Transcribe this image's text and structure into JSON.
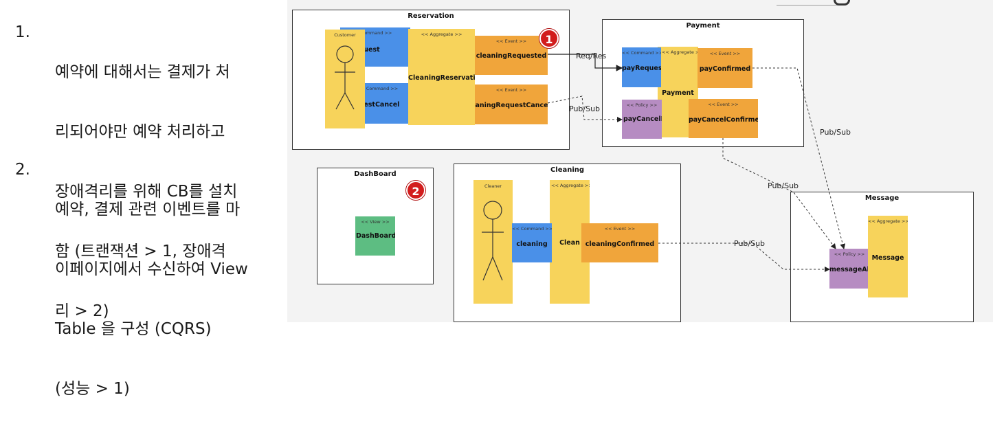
{
  "notes": [
    {
      "num": "1.",
      "lines": [
        "예약에 대해서는 결제가 처",
        "리되어야만 예약 처리하고",
        "장애격리를 위해 CB를 설치",
        "함 (트랜잭션 > 1, 장애격",
        "리 > 2)"
      ]
    },
    {
      "num": "2.",
      "lines": [
        "예약, 결제 관련 이벤트를 마",
        "이페이지에서 수신하여 View",
        "Table 을 구성 (CQRS)",
        "(성능 > 1)"
      ]
    }
  ],
  "contexts": {
    "reservation": "Reservation",
    "payment": "Payment",
    "dashboard": "DashBoard",
    "cleaning": "Cleaning",
    "message": "Message"
  },
  "stickies": {
    "customer": {
      "type": "Customer"
    },
    "request": {
      "type": "<< Command >>",
      "name": "request"
    },
    "questCancel": {
      "type": "Command >>",
      "name": "uestCancel"
    },
    "cleaningReservation": {
      "type": "<< Aggregate >>",
      "name": "CleaningReservation"
    },
    "cleaningRequested": {
      "type": "<< Event >>",
      "name": "cleaningRequested"
    },
    "cleaningRequestCanceled": {
      "type": "<< Event >>",
      "name": "eaningRequestCanceled"
    },
    "payRequest": {
      "type": "<< Command >>",
      "name": "payRequest"
    },
    "paymentAgg": {
      "type": "<< Aggregate >>",
      "name": "Payment"
    },
    "payConfirmed": {
      "type": "<< Event >>",
      "name": "payConfirmed"
    },
    "payCancelRequest": {
      "type": "<< Policy >>",
      "name": "payCancelRequest"
    },
    "payCancelConfirmed": {
      "type": "<< Event >>",
      "name": "payCancelConfirmed"
    },
    "dashBoardView": {
      "type": "<< View >>",
      "name": "DashBoardView"
    },
    "cleaner": {
      "type": "Cleaner"
    },
    "cleaning": {
      "type": "<< Command >>",
      "name": "cleaning"
    },
    "clean": {
      "type": "<< Aggregate >>",
      "name": "Clean"
    },
    "cleaningConfirmed": {
      "type": "<< Event >>",
      "name": "cleaningConfirmed"
    },
    "messageAlert": {
      "type": "<< Policy >>",
      "name": "messageAlert"
    },
    "messageAgg": {
      "type": "<< Aggregate >>",
      "name": "Message"
    }
  },
  "connection_labels": {
    "req_res": "Req/Res",
    "pub_sub_1": "Pub/Sub",
    "pub_sub_2": "Pub/Sub",
    "pub_sub_3": "Pub/Sub",
    "pub_sub_4": "Pub/Sub"
  },
  "badges": {
    "one": "1",
    "two": "2"
  },
  "colors": {
    "command": "#4a90e8",
    "aggregate": "#f7d35b",
    "event": "#f0a53b",
    "policy": "#b68cc2",
    "view": "#5dbd82",
    "badge": "#d21c1c"
  }
}
